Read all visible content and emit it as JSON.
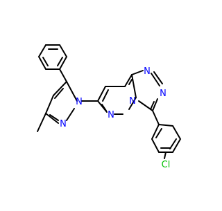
{
  "molecule": {
    "atom_labels": {
      "n_triazole_top": "N",
      "n_triazole_right": "N",
      "n_bridge": "N",
      "n_pyridazine": "N",
      "n_pyrazole_1": "N",
      "n_pyrazole_2": "N",
      "chlorine": "Cl"
    },
    "colors": {
      "bond": "#000000",
      "nitrogen": "#0000ff",
      "chlorine": "#00c000",
      "background": "#ffffff"
    }
  }
}
